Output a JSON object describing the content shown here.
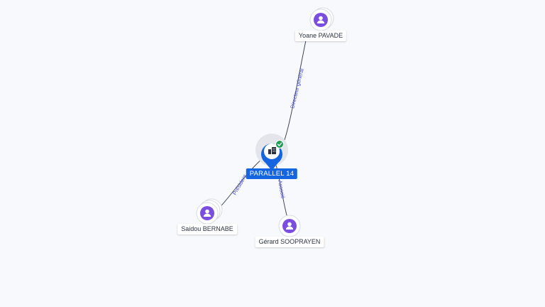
{
  "company": {
    "name": "PARALLEL 14",
    "verified": true,
    "icon": "building-icon",
    "color": "#1565e0"
  },
  "people": [
    {
      "name": "Yoane PAVADE",
      "role": "Directeur général",
      "icon": "person-icon"
    },
    {
      "name": "Saidou BERNABE",
      "role": "Président",
      "icon": "person-icon"
    },
    {
      "name": "Gérard SOOPRAYEN",
      "role": "Associé",
      "icon": "person-icon"
    }
  ],
  "colors": {
    "person": "#7c4ee0",
    "company": "#1565e0",
    "verified": "#1f9d55",
    "edge_label": "#4a4fd6"
  }
}
